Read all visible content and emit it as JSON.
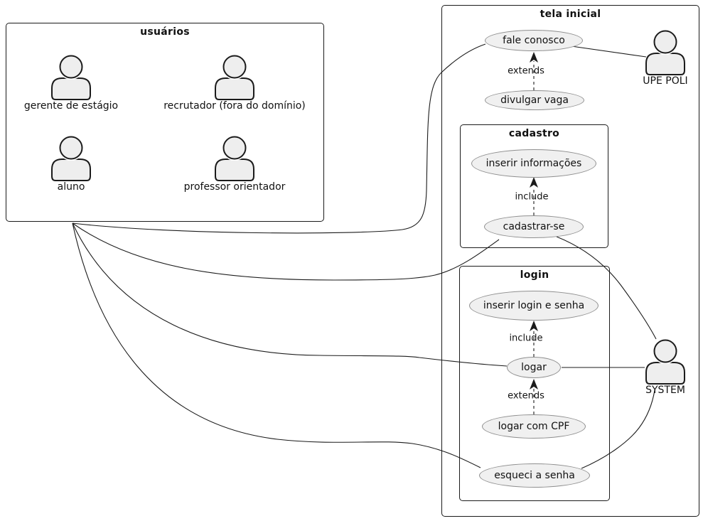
{
  "colors": {
    "usecase_fill": "#f0f0f0",
    "usecase_border": "#8f8f8f",
    "actor_fill": "#eeeeee",
    "line": "#1b1b1b",
    "background": "#ffffff"
  },
  "packages": {
    "usuarios": {
      "title": "usuários"
    },
    "tela_inicial": {
      "title": "tela inicial"
    },
    "cadastro": {
      "title": "cadastro"
    },
    "login": {
      "title": "login"
    }
  },
  "actors": {
    "gerente": {
      "label": "gerente de estágio"
    },
    "recrutador": {
      "label": "recrutador (fora do domínio)"
    },
    "aluno": {
      "label": "aluno"
    },
    "professor": {
      "label": "professor orientador"
    },
    "upe_poli": {
      "label": "UPE POLI"
    },
    "system": {
      "label": "SYSTEM"
    }
  },
  "usecases": {
    "fale_conosco": {
      "label": "fale conosco"
    },
    "divulgar_vaga": {
      "label": "divulgar vaga"
    },
    "inserir_informacoes": {
      "label": "inserir informações"
    },
    "cadastrar_se": {
      "label": "cadastrar-se"
    },
    "inserir_login_e_senha": {
      "label": "inserir login e senha"
    },
    "logar": {
      "label": "logar"
    },
    "logar_com_cpf": {
      "label": "logar com CPF"
    },
    "esqueci_a_senha": {
      "label": "esqueci a senha"
    }
  },
  "edge_labels": {
    "extends_divulgar": "extends",
    "include_cadastrar": "include",
    "include_logar": "include",
    "extends_logar_cpf": "extends"
  },
  "edges": [
    {
      "from": "usuários",
      "to": "fale conosco",
      "style": "solid"
    },
    {
      "from": "usuários",
      "to": "cadastrar-se",
      "style": "solid"
    },
    {
      "from": "usuários",
      "to": "logar",
      "style": "solid"
    },
    {
      "from": "usuários",
      "to": "esqueci a senha",
      "style": "solid"
    },
    {
      "from": "fale conosco",
      "to": "UPE POLI",
      "style": "solid"
    },
    {
      "from": "cadastrar-se",
      "to": "SYSTEM",
      "style": "solid"
    },
    {
      "from": "logar",
      "to": "SYSTEM",
      "style": "solid"
    },
    {
      "from": "esqueci a senha",
      "to": "SYSTEM",
      "style": "solid"
    },
    {
      "from": "divulgar vaga",
      "to": "fale conosco",
      "style": "dashed-arrow",
      "label": "extends"
    },
    {
      "from": "cadastrar-se",
      "to": "inserir informações",
      "style": "dashed-arrow",
      "label": "include"
    },
    {
      "from": "logar",
      "to": "inserir login e senha",
      "style": "dashed-arrow",
      "label": "include"
    },
    {
      "from": "logar com CPF",
      "to": "logar",
      "style": "dashed-arrow",
      "label": "extends"
    }
  ]
}
